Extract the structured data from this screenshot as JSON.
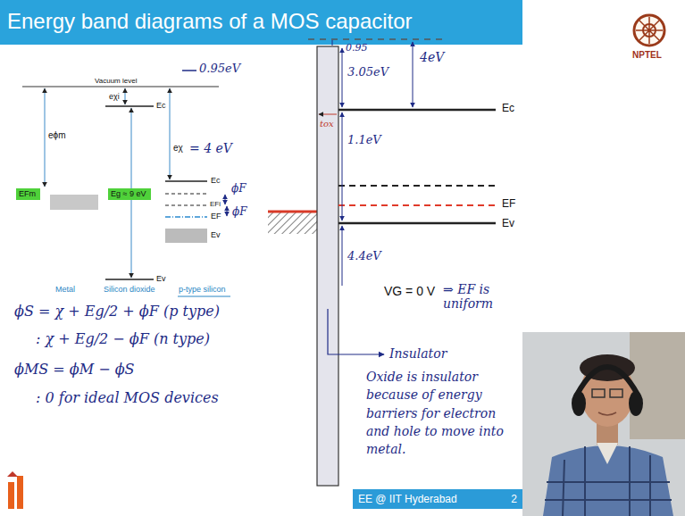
{
  "diagram": {
    "title": "Energy band diagrams of a MOS capacitor",
    "nodes": [
      {
        "text": [
          "EFm"
        ]
      },
      {
        "text": [
          "Eg ≈ 9 eV"
        ]
      },
      {
        "text": [
          "EE @ IIT Hyderabad",
          "2"
        ]
      }
    ],
    "labels": [
      "NPTEL",
      "Vacuum level",
      "0.95eV",
      "eϕm",
      "eχi",
      "Ec",
      "eχ",
      "= 4 eV",
      "Ec",
      "ϕF",
      "EFi",
      "EF",
      "ϕF",
      "Ev",
      "Metal",
      "Silicon dioxide",
      "p-type silicon",
      "Ev",
      "ϕS = χ + Eg/2 + ϕF (p type)",
      ": χ + Eg/2 − ϕF (n type)",
      "ϕMS = ϕM − ϕS",
      ": 0 for ideal MOS devices",
      "0.95",
      "3.05eV",
      "4eV",
      "tox",
      "1.1eV",
      "4.4eV",
      "Ec",
      "EF",
      "Ev",
      "VG = 0 V",
      "⇒ EF is uniform",
      "Insulator",
      "Oxide is insulator because of energy barriers for electron and hole to move into metal."
    ]
  }
}
